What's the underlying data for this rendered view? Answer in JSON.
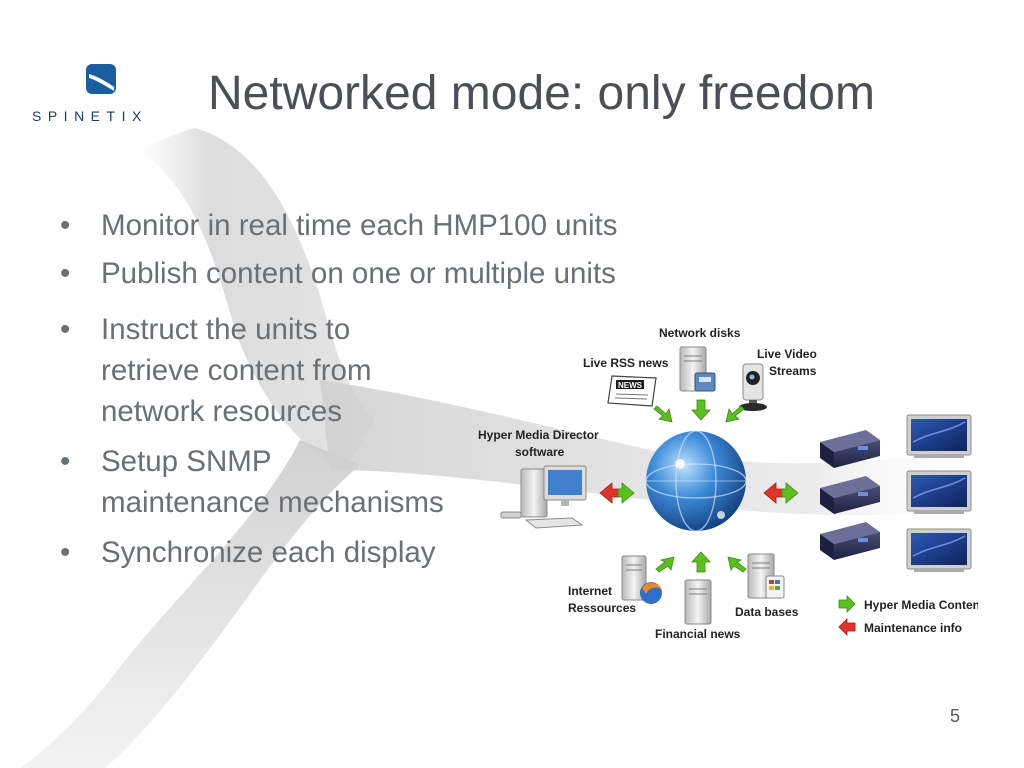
{
  "brand": {
    "name": "SPINETIX"
  },
  "title": "Networked mode: only freedom",
  "bullets_wide": [
    "Monitor in real time each HMP100 units",
    "Publish content on one or multiple units"
  ],
  "bullets_narrow": [
    "Instruct the units to retrieve content from network resources",
    "Setup SNMP maintenance mechanisms",
    "Synchronize each display"
  ],
  "diagram": {
    "labels": {
      "network_disks": "Network disks",
      "live_rss_news": "Live RSS news",
      "live_video_line1": "Live Video",
      "live_video_line2": "Streams",
      "hmd_line1": "Hyper Media Director",
      "hmd_line2": "software",
      "internet_line1": "Internet",
      "internet_line2": "Ressources",
      "financial_news": "Financial news",
      "data_bases": "Data bases",
      "news_badge": "NEWS"
    },
    "legend": {
      "content": "Hyper Media Content",
      "maintenance": "Maintenance info"
    },
    "colors": {
      "content_arrow": "#5bbf1f",
      "maintenance_arrow": "#e2332b",
      "globe": "#2e79c9",
      "display_screen": "#1f3f86"
    }
  },
  "page_number": "5"
}
